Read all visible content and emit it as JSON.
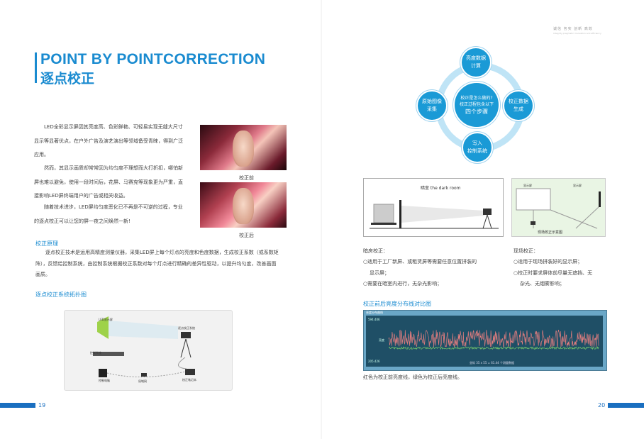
{
  "left_page": {
    "title_en": "POINT BY POINTCORRECTION",
    "title_cn": "逐点校正",
    "intro_paragraph_1": [
      "LED全彩显示屏因其亮度高、色彩鲜艳、可轻易实现无缝大尺寸",
      "显示等显著优点，在户外广告及演艺演出等领域备受青睐，得到广泛",
      "应用。"
    ],
    "intro_paragraph_2": [
      "然而，其显示画质却常常因为均匀度不理想而大打折扣，哪怕新",
      "屏也难以避免，使用一段时间后，花屏、马赛克等现象更为严重，直",
      "接影响LED屏终端用户的广告或相关收益。"
    ],
    "intro_paragraph_3": [
      "随着技术进步，LED屏均匀度恶化已不再是不可逆的过程，专业",
      "的逐点校正可以让您的屏一夜之间焕然一新!"
    ],
    "caption_before": "校正前",
    "caption_after": "校正后",
    "principle_heading": "校正原理",
    "principle_text": [
      "逐点校正技术是运用高精度测量仪器，采集LED屏上每个灯点的亮度和色度数据，生成校正系数（或系数矩",
      "阵），反馈给控制系统，由控制系统根据校正系数对每个灯点进行精确的差异性驱动，以提升均匀度，改善画面",
      "画质。"
    ],
    "topology_heading": "逐点校正系统拓扑图",
    "topology_labels": {
      "led_screen": "LED显示屏",
      "control_system": "控制系统",
      "control_pc": "控制电脑",
      "camera": "逐点校正系统",
      "router": "局域网",
      "laptop": "校正笔记本"
    },
    "page_number": "19"
  },
  "right_page": {
    "header_tagline": "诚信  务实  创新  高效",
    "header_sub": "Integrity  pragmatic innovation and efficiency",
    "cycle": {
      "center_line1": "校正是怎么做的?",
      "center_line2": "校正过程包含以下",
      "center_line3": "四个步骤",
      "step_top": "亮度数据\n计算",
      "step_right": "校正数据\n生成",
      "step_bottom": "写入\n控制系统",
      "step_left": "原始图像\n采集"
    },
    "darkroom_label": "暗室 the dark room",
    "field_label": "现场校正示意图",
    "field_sublabel_1": "显示屏",
    "field_sublabel_2": "显示屏",
    "darkroom_heading": "暗房校正：",
    "darkroom_items": [
      "○适用于工厂新屏、或租赁屏等需要任意位置拼装的",
      "显示屏；",
      "○需要在暗室内进行，无杂光影响；"
    ],
    "field_heading": "现场校正：",
    "field_items": [
      "○适用于现场拼装好的显示屏；",
      "○校正时要求屏体前尽量无遮挡、无",
      "杂光、无烟雾影响；"
    ],
    "chart_heading": "校正前后亮度分布线对比图",
    "chart_note": "红色为校正前亮度线，绿色为校正后亮度线。",
    "page_number": "20"
  },
  "chart_data": {
    "type": "line",
    "title": "",
    "window_title": "亮度分布曲线",
    "y_tick_top": "594.406",
    "y_tick_bottom": "205.426",
    "ylabel": "亮度",
    "xlabel": "",
    "status_text": "坐标 35 x 55 = 61.44 个测量数据",
    "series": [
      {
        "name": "校正前",
        "color": "#f08080",
        "mean": 0.53,
        "spread": 0.22
      },
      {
        "name": "校正后",
        "color": "#7ed36c",
        "mean": 0.29,
        "spread": 0.03
      }
    ],
    "colors": {
      "background": "#1f4f66",
      "frame": "#6aa7c7"
    }
  }
}
